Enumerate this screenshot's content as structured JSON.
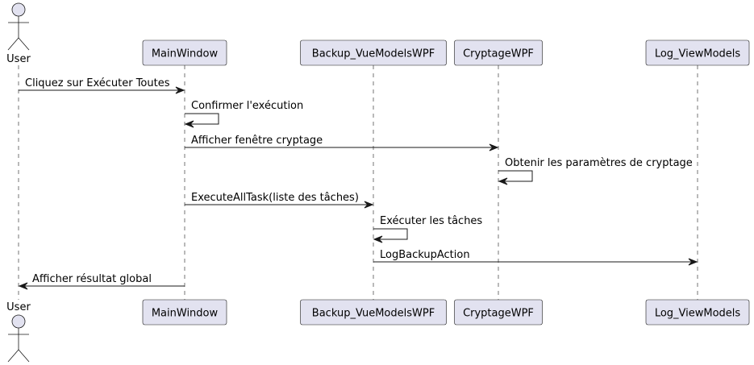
{
  "colors": {
    "participant_fill": "#E2E2F0",
    "border": "#181818",
    "text": "#000000"
  },
  "participants": [
    {
      "id": "user",
      "label": "User",
      "kind": "actor"
    },
    {
      "id": "main",
      "label": "MainWindow",
      "kind": "participant"
    },
    {
      "id": "backup",
      "label": "Backup_VueModelsWPF",
      "kind": "participant"
    },
    {
      "id": "crypt",
      "label": "CryptageWPF",
      "kind": "participant"
    },
    {
      "id": "log",
      "label": "Log_ViewModels",
      "kind": "participant"
    }
  ],
  "messages": [
    {
      "from": "user",
      "to": "main",
      "label": "Cliquez sur Exécuter Toutes"
    },
    {
      "from": "main",
      "to": "main",
      "label": "Confirmer l'exécution"
    },
    {
      "from": "main",
      "to": "crypt",
      "label": "Afficher fenêtre cryptage"
    },
    {
      "from": "crypt",
      "to": "crypt",
      "label": "Obtenir les paramètres de cryptage"
    },
    {
      "from": "main",
      "to": "backup",
      "label": "ExecuteAllTask(liste des tâches)"
    },
    {
      "from": "backup",
      "to": "backup",
      "label": "Exécuter les tâches"
    },
    {
      "from": "backup",
      "to": "log",
      "label": "LogBackupAction"
    },
    {
      "from": "main",
      "to": "user",
      "label": "Afficher résultat global"
    }
  ]
}
